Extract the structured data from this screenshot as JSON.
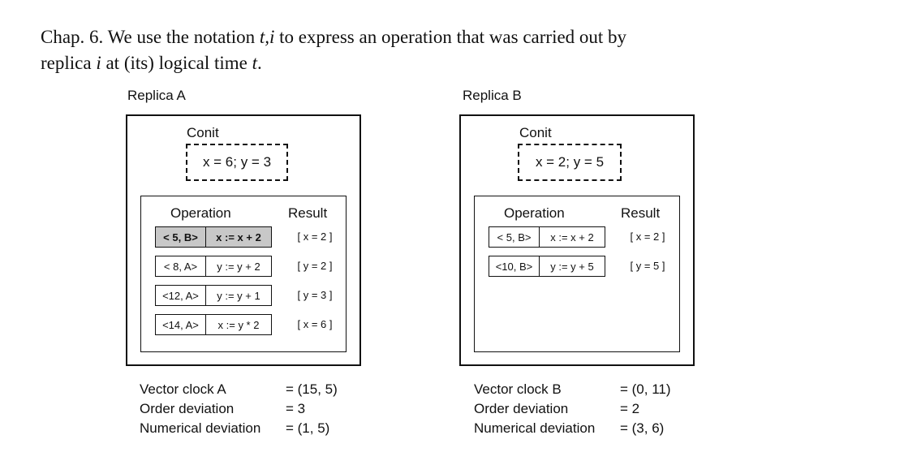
{
  "intro": {
    "part1": "Chap. 6. We use the notation ",
    "notation": "t,i",
    "part2": " to express an operation that was carried out by",
    "part3": "replica ",
    "var_i": "i",
    "part4": " at (its) logical time ",
    "var_t": "t",
    "part5": "."
  },
  "replicaA": {
    "label": "Replica A",
    "conit_label": "Conit",
    "conit_value": "x = 6; y = 3",
    "col_operation": "Operation",
    "col_result": "Result",
    "ops": [
      {
        "ts": "< 5, B>",
        "expr": "x := x + 2",
        "result": "[ x = 2 ]",
        "shaded": true
      },
      {
        "ts": "< 8, A>",
        "expr": "y := y + 2",
        "result": "[ y = 2 ]",
        "shaded": false
      },
      {
        "ts": "<12, A>",
        "expr": "y := y + 1",
        "result": "[ y = 3 ]",
        "shaded": false
      },
      {
        "ts": "<14, A>",
        "expr": "x := y * 2",
        "result": "[ x = 6 ]",
        "shaded": false
      }
    ],
    "stats": [
      {
        "key": "Vector clock A",
        "value": "= (15, 5)"
      },
      {
        "key": "Order deviation",
        "value": "= 3"
      },
      {
        "key": "Numerical deviation",
        "value": "= (1, 5)"
      }
    ]
  },
  "replicaB": {
    "label": "Replica B",
    "conit_label": "Conit",
    "conit_value": "x = 2; y = 5",
    "col_operation": "Operation",
    "col_result": "Result",
    "ops": [
      {
        "ts": "< 5, B>",
        "expr": "x := x + 2",
        "result": "[ x = 2 ]",
        "shaded": false
      },
      {
        "ts": "<10, B>",
        "expr": "y := y + 5",
        "result": "[ y = 5 ]",
        "shaded": false
      }
    ],
    "stats": [
      {
        "key": "Vector clock B",
        "value": "= (0, 11)"
      },
      {
        "key": "Order deviation",
        "value": "= 2"
      },
      {
        "key": "Numerical deviation",
        "value": "= (3, 6)"
      }
    ]
  }
}
